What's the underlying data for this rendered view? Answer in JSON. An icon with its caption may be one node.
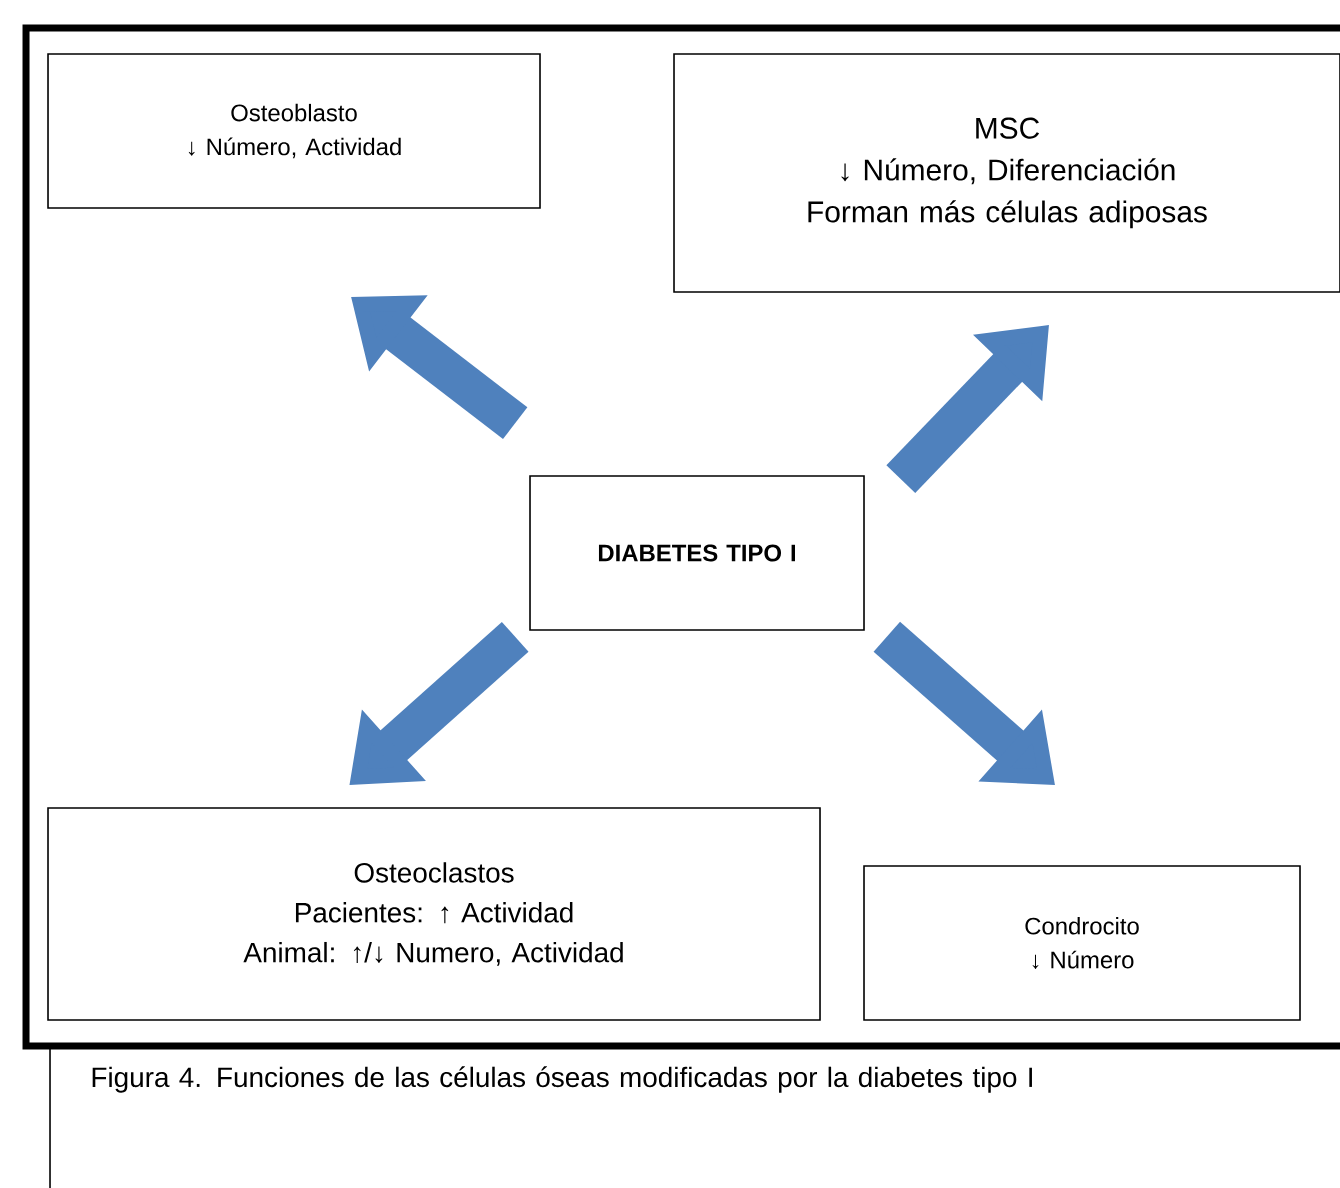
{
  "diagram": {
    "caption": "Figura 4. Funciones de las células óseas modificadas por la diabetes tipo I",
    "nodes": [
      {
        "text": [
          "DIABETES TIPO I"
        ]
      },
      {
        "text": [
          "Osteoblasto",
          "↓ Número, Actividad"
        ]
      },
      {
        "text": [
          "MSC",
          "↓ Número, Diferenciación",
          "Forman más células adiposas"
        ]
      },
      {
        "text": [
          "Osteoclastos",
          "Pacientes: ↑ Actividad",
          "Animal: ↑/↓ Numero, Actividad"
        ]
      },
      {
        "text": [
          "Condrocito",
          "↓ Número"
        ]
      }
    ],
    "edges": [
      {
        "from": 0,
        "to": 1,
        "arrow": "to"
      },
      {
        "from": 0,
        "to": 2,
        "arrow": "to"
      },
      {
        "from": 0,
        "to": 3,
        "arrow": "to"
      },
      {
        "from": 0,
        "to": 4,
        "arrow": "to"
      }
    ]
  }
}
